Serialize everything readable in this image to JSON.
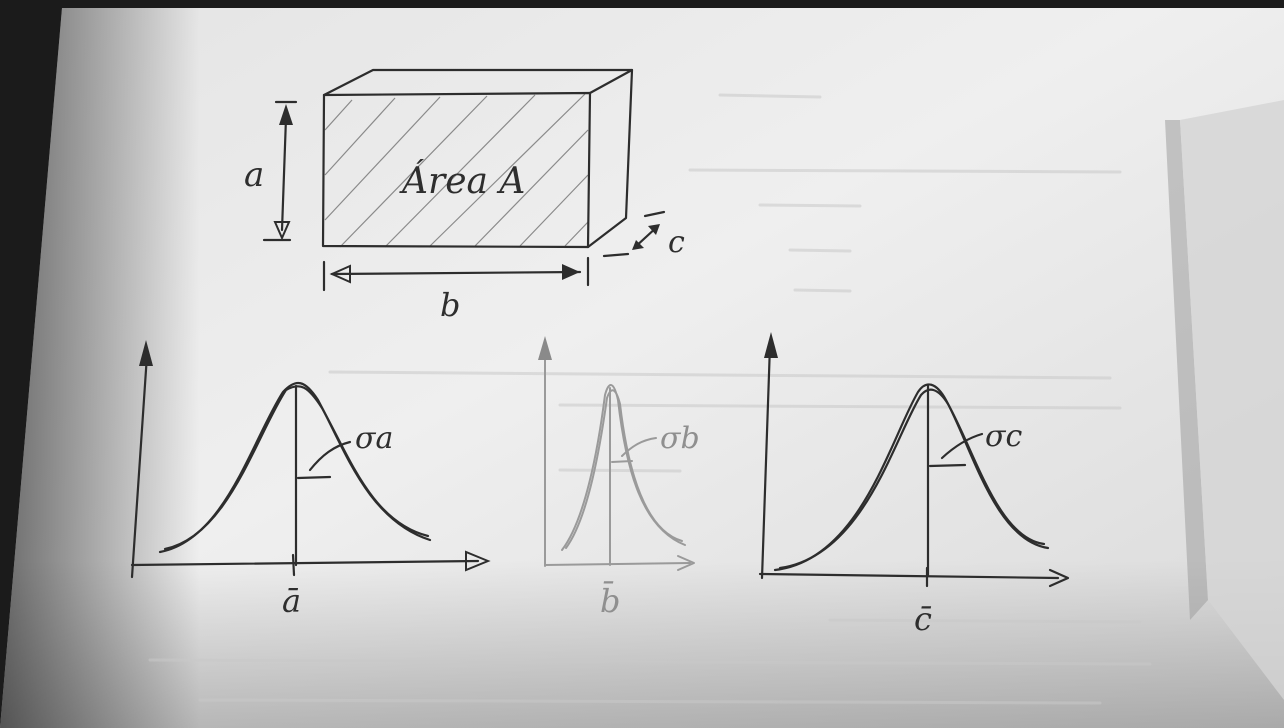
{
  "box": {
    "face_label": "Área A",
    "height_label": "a",
    "width_label": "b",
    "depth_label": "c"
  },
  "plots": [
    {
      "mean_label": "ā",
      "sigma_label": "σa"
    },
    {
      "mean_label": "b̄",
      "sigma_label": "σb"
    },
    {
      "mean_label": "c̄",
      "sigma_label": "σc"
    }
  ]
}
